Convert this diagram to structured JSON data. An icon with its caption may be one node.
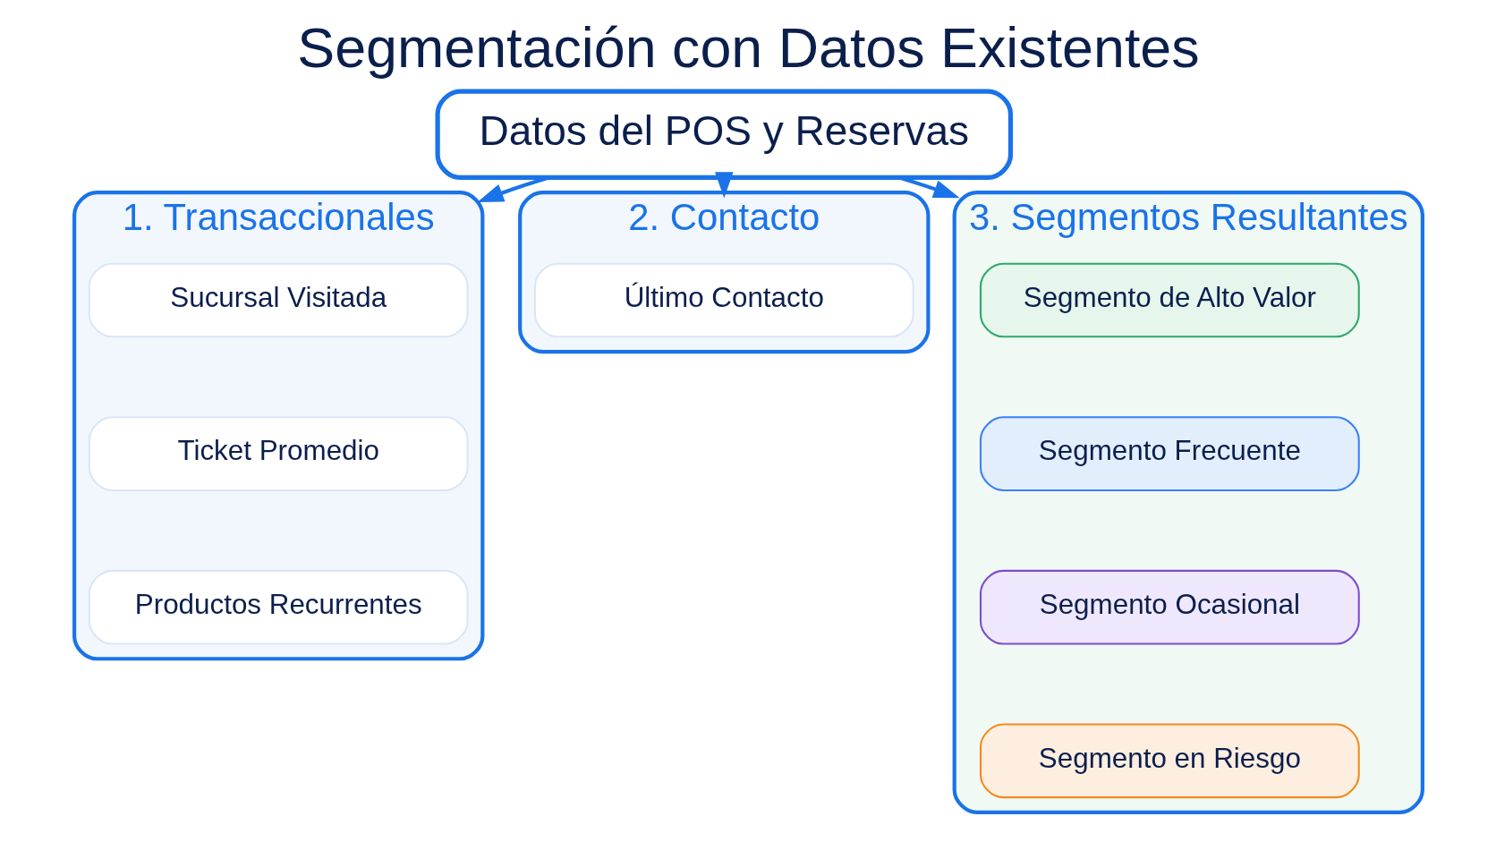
{
  "diagram": {
    "title": "Segmentación con Datos Existentes",
    "nodes": [
      {
        "text": [
          "Datos del POS y Reservas"
        ]
      },
      {
        "text": [
          "1. Transaccionales"
        ]
      },
      {
        "text": [
          "Sucursal Visitada"
        ],
        "in": 1
      },
      {
        "text": [
          "Ticket Promedio"
        ],
        "in": 1
      },
      {
        "text": [
          "Productos Recurrentes"
        ],
        "in": 1
      },
      {
        "text": [
          "2. Contacto"
        ]
      },
      {
        "text": [
          "Último Contacto"
        ],
        "in": 5
      },
      {
        "text": [
          "3. Segmentos Resultantes"
        ]
      },
      {
        "text": [
          "Segmento de Alto Valor"
        ],
        "in": 7
      },
      {
        "text": [
          "Segmento Frecuente"
        ],
        "in": 7
      },
      {
        "text": [
          "Segmento Ocasional"
        ],
        "in": 7
      },
      {
        "text": [
          "Segmento en Riesgo"
        ],
        "in": 7
      }
    ],
    "edges": [
      {
        "from": 0,
        "to": 1,
        "arrow": "to"
      },
      {
        "from": 0,
        "to": 5,
        "arrow": "to"
      },
      {
        "from": 0,
        "to": 7,
        "arrow": "to"
      }
    ]
  }
}
